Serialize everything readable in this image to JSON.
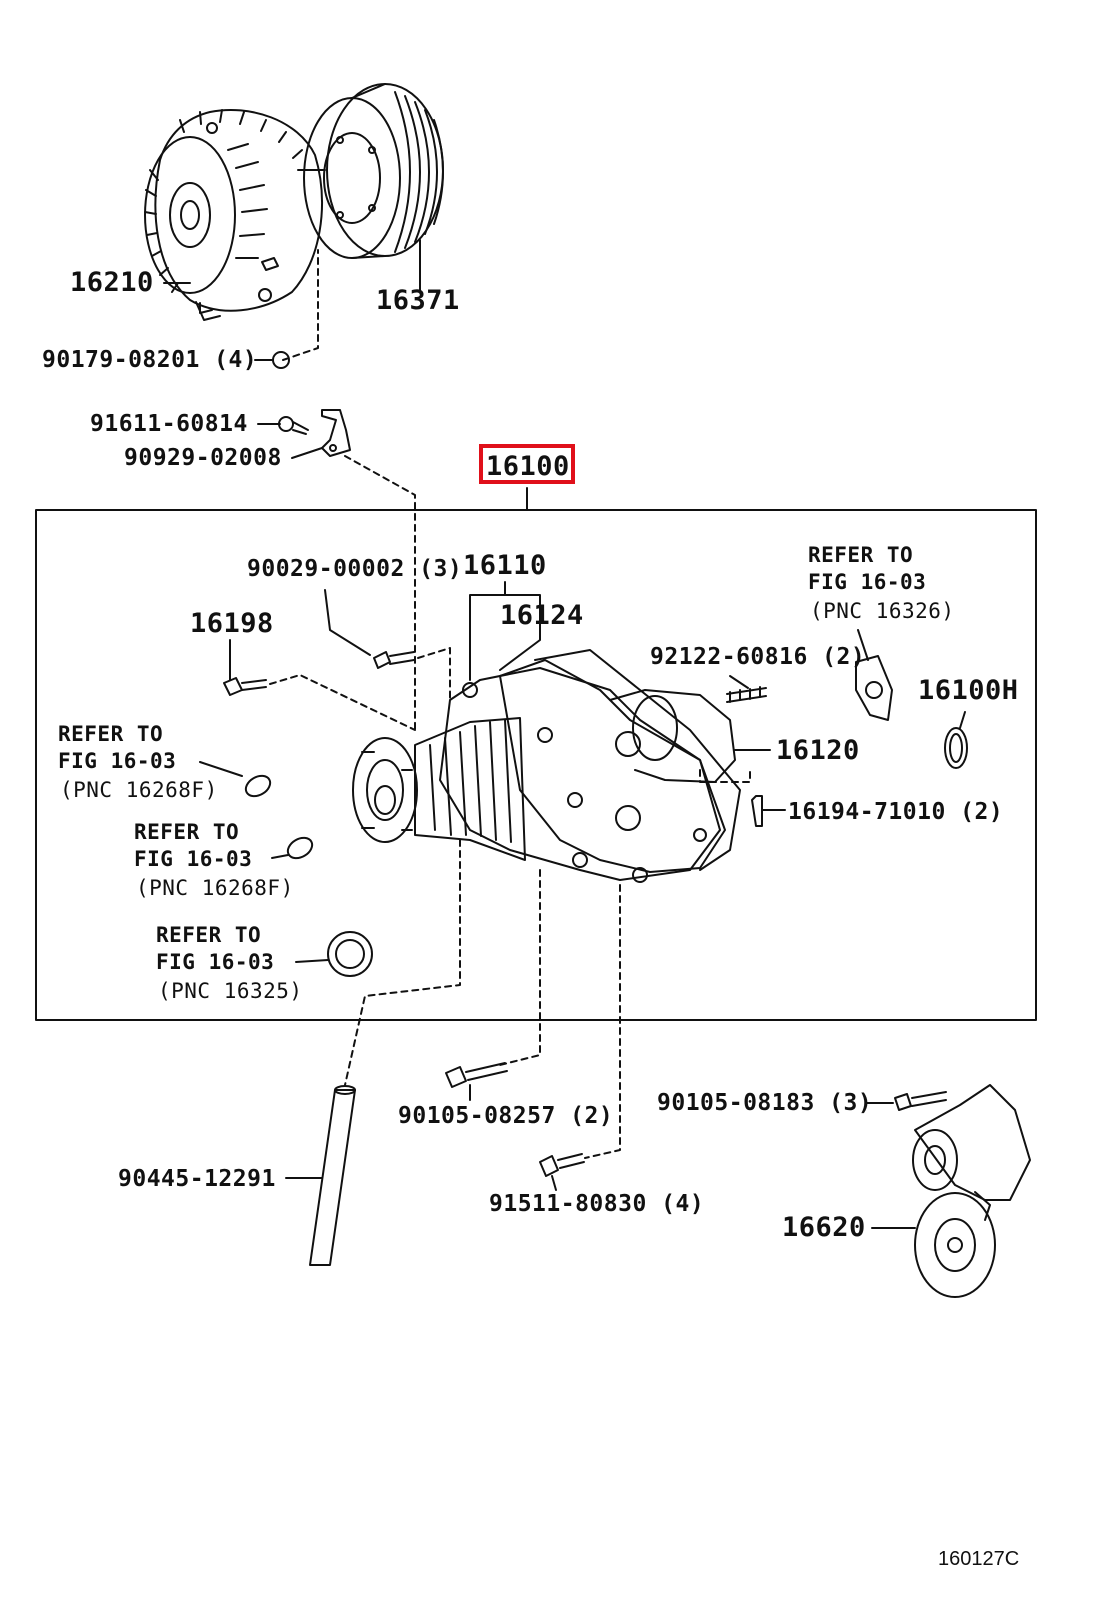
{
  "diagram": {
    "assembly_part": "16100",
    "figure_code": "160127C",
    "colors": {
      "line": "#111111",
      "highlight": "#e0101a"
    },
    "callouts": {
      "fan_clutch": "16210",
      "pulley": "16371",
      "bolt_90179": "90179-08201 (4)",
      "bolt_91611": "91611-60814",
      "bracket_90929": "90929-02008",
      "stud_90029": "90029-00002 (3)",
      "pump_sub_assy": "16110",
      "gasket_16124": "16124",
      "plug_16198": "16198",
      "stud_92122": "92122-60816 (2)",
      "oring_16100h": "16100H",
      "water_inlet": "16120",
      "stud_16194": "16194-71010 (2)",
      "bolt_90105_08257": "90105-08257 (2)",
      "bolt_90105_08183": "90105-08183 (3)",
      "pipe_90445": "90445-12291",
      "bolt_91511": "91511-80830 (4)",
      "idler_16620": "16620"
    },
    "refer_notes": [
      {
        "line1": "REFER  TO",
        "line2": "FIG  16-03",
        "line3": "(PNC  16326)"
      },
      {
        "line1": "REFER  TO",
        "line2": "FIG  16-03",
        "line3": "(PNC  16268F)"
      },
      {
        "line1": "REFER  TO",
        "line2": "FIG  16-03",
        "line3": "(PNC  16268F)"
      },
      {
        "line1": "REFER  TO",
        "line2": "FIG  16-03",
        "line3": "(PNC  16325)"
      }
    ]
  }
}
